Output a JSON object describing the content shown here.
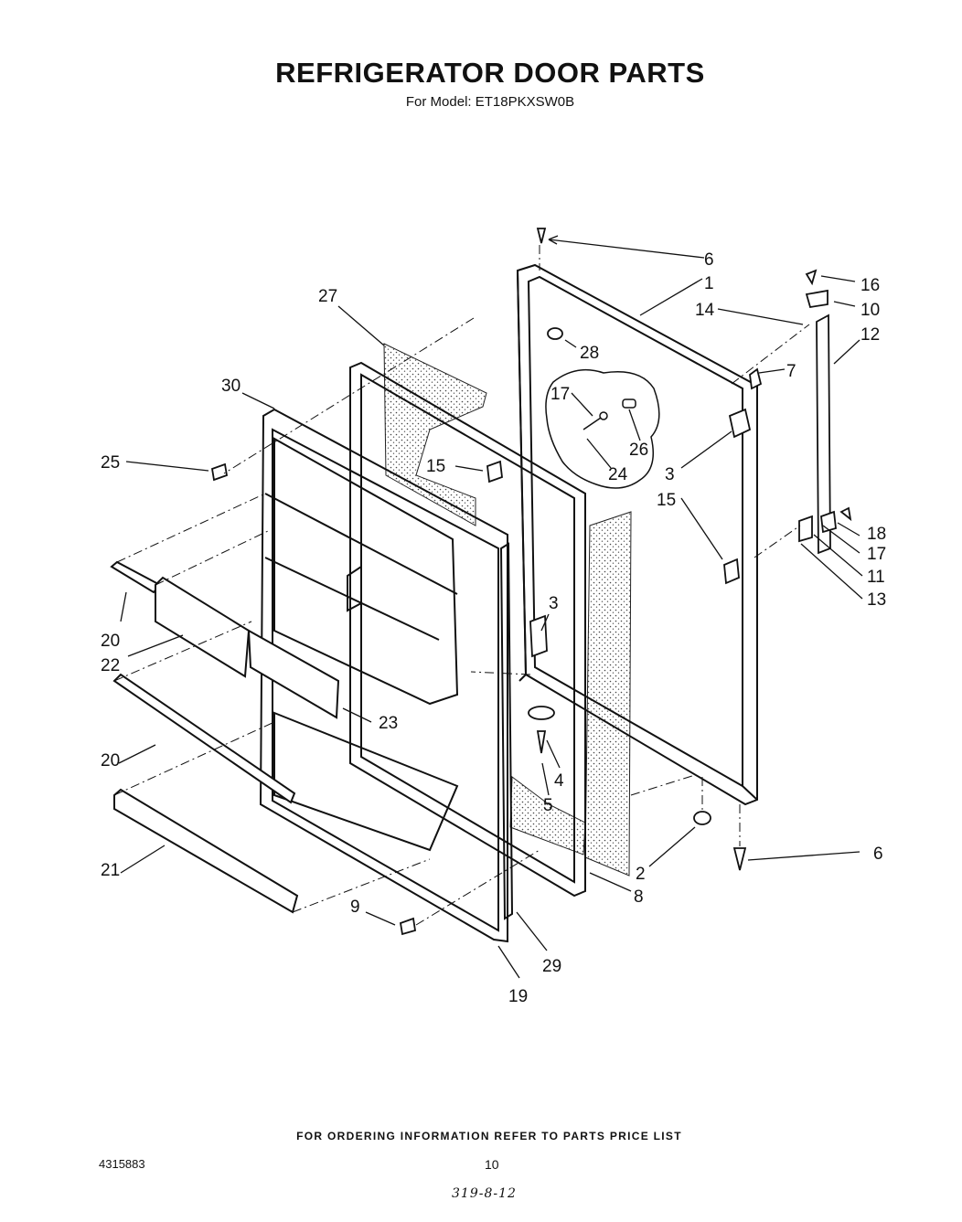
{
  "title": "REFRIGERATOR DOOR PARTS",
  "subtitle": "For Model: ET18PKXSW0B",
  "callouts": {
    "c1": "1",
    "c2": "2",
    "c3a": "3",
    "c3b": "3",
    "c4": "4",
    "c5": "5",
    "c6a": "6",
    "c6b": "6",
    "c7": "7",
    "c8": "8",
    "c9": "9",
    "c10": "10",
    "c11": "11",
    "c12": "12",
    "c13": "13",
    "c14": "14",
    "c15a": "15",
    "c15b": "15",
    "c16": "16",
    "c17a": "17",
    "c17b": "17",
    "c18": "18",
    "c19": "19",
    "c20a": "20",
    "c20b": "20",
    "c21": "21",
    "c22": "22",
    "c23": "23",
    "c24": "24",
    "c25": "25",
    "c26": "26",
    "c27": "27",
    "c28": "28",
    "c29": "29",
    "c30": "30"
  },
  "footer": "FOR ORDERING INFORMATION REFER TO PARTS PRICE LIST",
  "doc_number": "4315883",
  "page_number": "10",
  "handwritten_note": "319-8-12"
}
